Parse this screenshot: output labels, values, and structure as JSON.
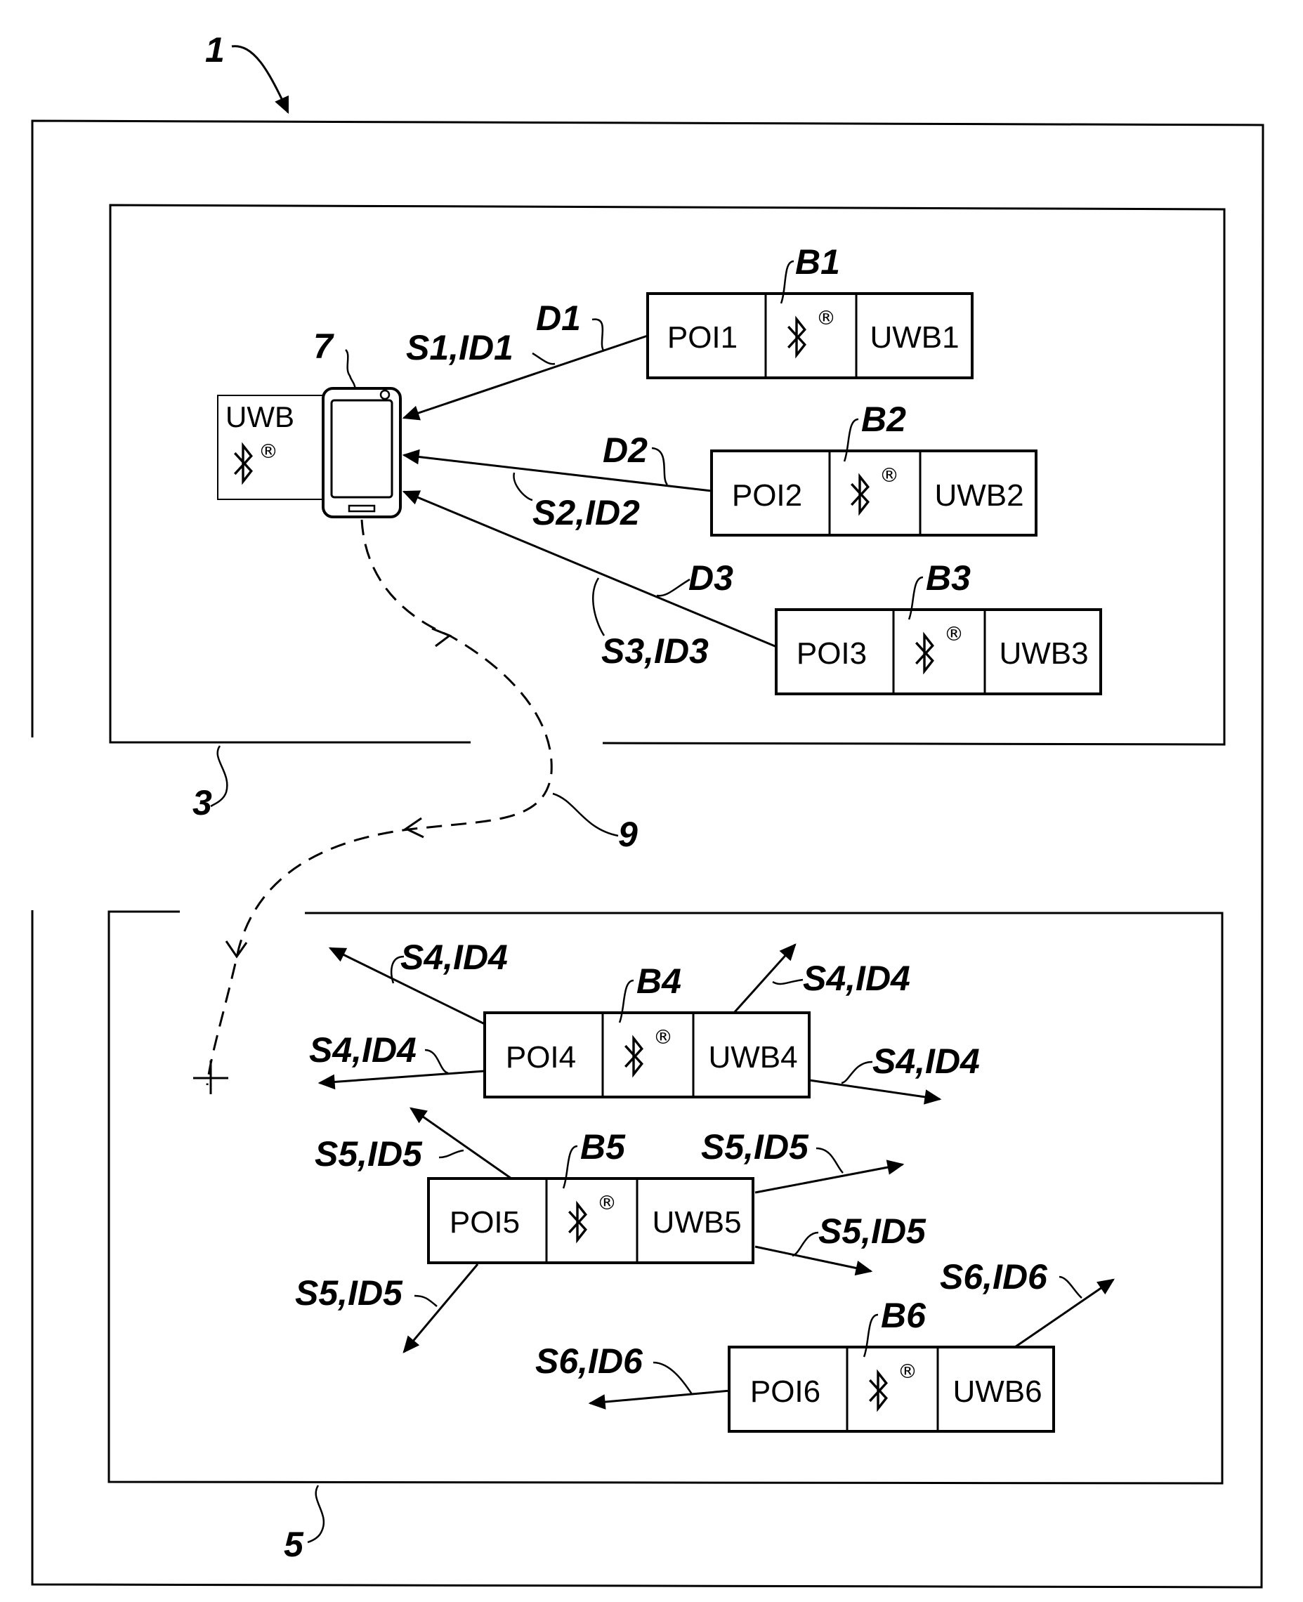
{
  "labels": {
    "building": "1",
    "room_upper": "3",
    "room_lower": "5",
    "device": "7",
    "path": "9",
    "device_uwb": "UWB",
    "registered": "®"
  },
  "beacons": [
    {
      "poi": "POI1",
      "uwb": "UWB1",
      "b": "B1"
    },
    {
      "poi": "POI2",
      "uwb": "UWB2",
      "b": "B2"
    },
    {
      "poi": "POI3",
      "uwb": "UWB3",
      "b": "B3"
    },
    {
      "poi": "POI4",
      "uwb": "UWB4",
      "b": "B4"
    },
    {
      "poi": "POI5",
      "uwb": "UWB5",
      "b": "B5"
    },
    {
      "poi": "POI6",
      "uwb": "UWB6",
      "b": "B6"
    }
  ],
  "distances": [
    "D1",
    "D2",
    "D3"
  ],
  "signals": {
    "s1": "S1,ID1",
    "s2": "S2,ID2",
    "s3": "S3,ID3",
    "s4": "S4,ID4",
    "s5": "S5,ID5",
    "s6": "S6,ID6"
  }
}
